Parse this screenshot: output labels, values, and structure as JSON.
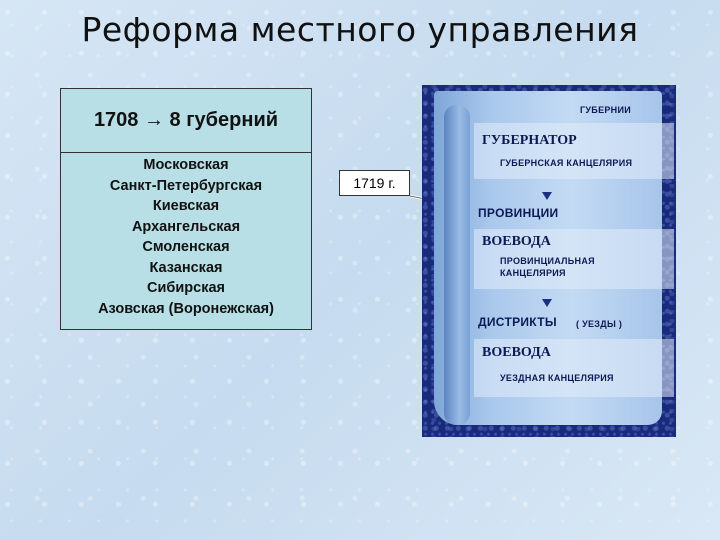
{
  "title": "Реформа местного управления",
  "governorates": {
    "header": "1708 → 8 губерний",
    "items": [
      "Московская",
      "Санкт-Петербургская",
      "Киевская",
      "Архангельская",
      "Смоленская",
      "Казанская",
      "Сибирская",
      "Азовская (Воронежская)"
    ]
  },
  "year_label": "1719 г.",
  "scheme": {
    "guberniya": {
      "caption": "ГУБЕРНИИ",
      "official": "ГУБЕРНАТОР",
      "office": "ГУБЕРНСКАЯ КАНЦЕЛЯРИЯ"
    },
    "province": {
      "caption": "ПРОВИНЦИИ",
      "official": "ВОЕВОДА",
      "office_line1": "ПРОВИНЦИАЛЬНАЯ",
      "office_line2": "КАНЦЕЛЯРИЯ"
    },
    "district": {
      "caption": "ДИСТРИКТЫ",
      "caption_note": "( УЕЗДЫ )",
      "official": "ВОЕВОДА",
      "office": "УЕЗДНАЯ КАНЦЕЛЯРИЯ"
    }
  },
  "colors": {
    "box_fill": "#b8dfe6",
    "panel_dark": "#1a2a7a",
    "scroll_light": "#c3daf3",
    "text_dark": "#0c1a54"
  }
}
